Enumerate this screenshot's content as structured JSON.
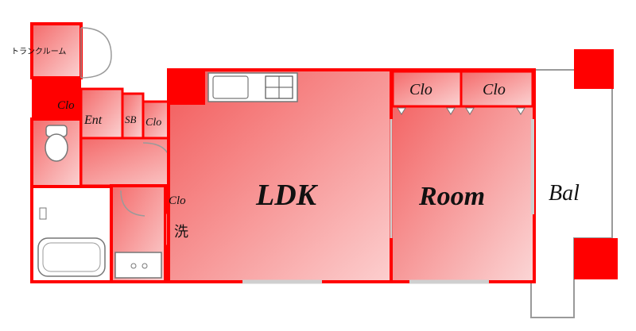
{
  "floorplan": {
    "rooms": {
      "trunk_room": "トランクルーム",
      "clo_left": "Clo",
      "ent": "Ent",
      "sb": "SB",
      "clo_hall": "Clo",
      "ldk": "LDK",
      "clo_room_1": "Clo",
      "clo_room_2": "Clo",
      "room": "Room",
      "bal": "Bal",
      "clo_wash": "Clo",
      "wash": "洗"
    },
    "colors": {
      "wall": "#ff0000",
      "room_fill_dark": "#f25a5a",
      "room_fill_light": "#fbd2d2",
      "balcony": "#ffffff"
    }
  }
}
